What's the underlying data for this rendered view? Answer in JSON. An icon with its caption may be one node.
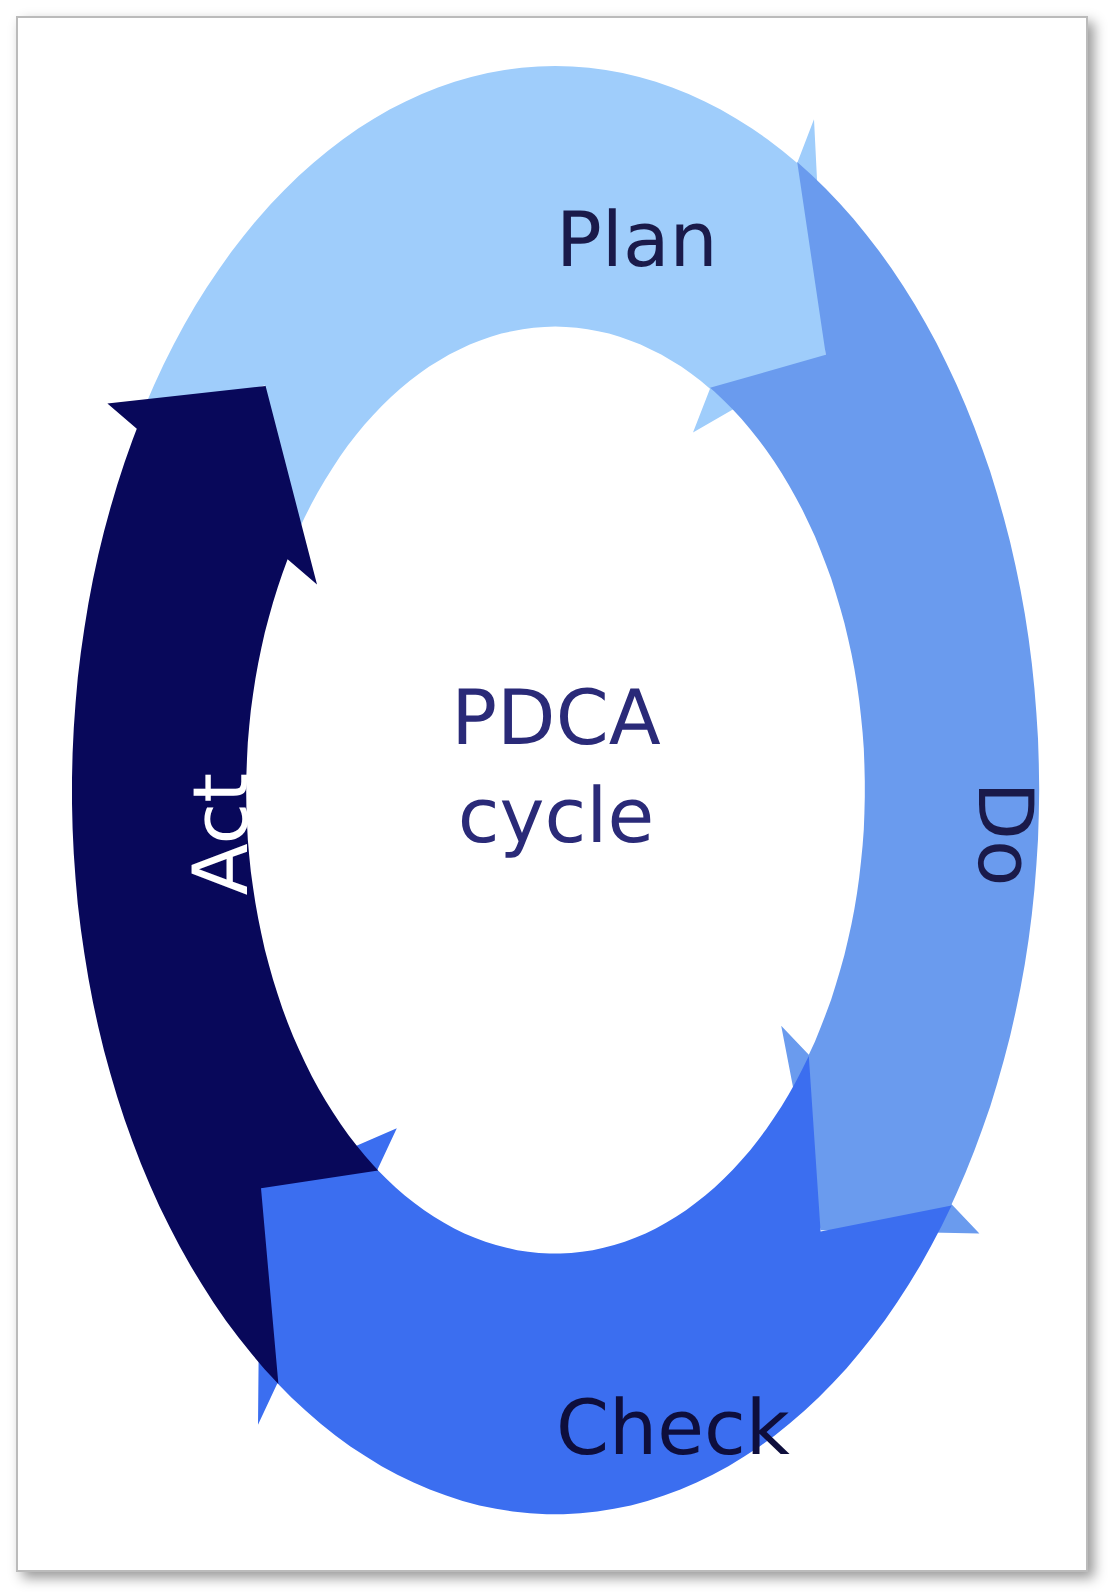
{
  "diagram": {
    "nodes": [
      {
        "text": [
          "Plan"
        ]
      },
      {
        "text": [
          "Do"
        ]
      },
      {
        "text": [
          "Check"
        ]
      },
      {
        "text": [
          "Act"
        ]
      }
    ],
    "labels": [
      "PDCA cycle"
    ]
  }
}
